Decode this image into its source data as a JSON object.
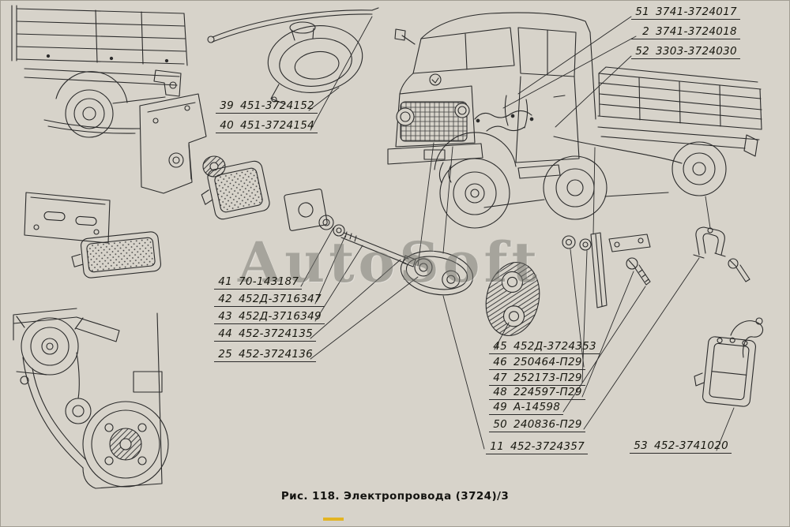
{
  "page": {
    "watermark": "AutoSoft",
    "caption": "Рис. 118. Электропровода (3724)/3",
    "bg_color": "#d7d3ca",
    "line_color": "#2b2b2b",
    "marker_color": "#e3b422"
  },
  "labels": {
    "l51": {
      "num": "51",
      "part": "3741-3724017"
    },
    "l2": {
      "num": "2",
      "part": "3741-3724018"
    },
    "l52": {
      "num": "52",
      "part": "3303-3724030"
    },
    "l39": {
      "num": "39",
      "part": "451-3724152"
    },
    "l40": {
      "num": "40",
      "part": "451-3724154"
    },
    "l41": {
      "num": "41",
      "part": "70-143187"
    },
    "l42": {
      "num": "42",
      "part": "452Д-3716347"
    },
    "l43": {
      "num": "43",
      "part": "452Д-3716349"
    },
    "l44": {
      "num": "44",
      "part": "452-3724135"
    },
    "l25": {
      "num": "25",
      "part": "452-3724136"
    },
    "l45": {
      "num": "45",
      "part": "452Д-3724353"
    },
    "l46": {
      "num": "46",
      "part": "250464-П29"
    },
    "l47": {
      "num": "47",
      "part": "252173-П29"
    },
    "l48": {
      "num": "48",
      "part": "224597-П29"
    },
    "l49": {
      "num": "49",
      "part": "А-14598"
    },
    "l50": {
      "num": "50",
      "part": "240836-П29"
    },
    "l11": {
      "num": "11",
      "part": "452-3724357"
    },
    "l53": {
      "num": "53",
      "part": "452-3741020"
    }
  }
}
